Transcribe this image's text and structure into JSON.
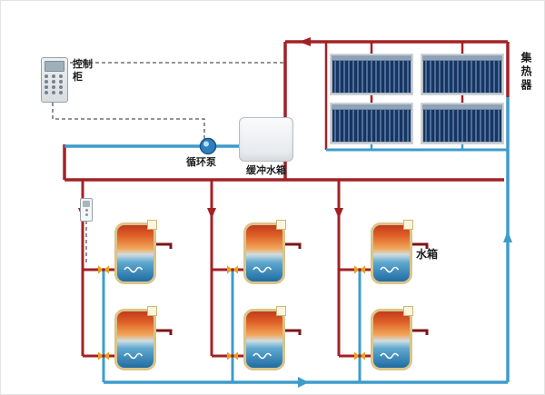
{
  "diagram": {
    "labels": {
      "control_cabinet": "控制柜",
      "circulation_pump": "循环泵",
      "buffer_tank": "缓冲水箱",
      "collector": "集热器",
      "water_tank": "水箱"
    },
    "colors": {
      "hot_pipe": "#a32126",
      "hot_pipe_dark": "#7e1416",
      "cold_pipe": "#3e9ccb",
      "control_line": "#555555",
      "valve": "#e8a11e",
      "valve_core": "#a31d1d",
      "pump": "#2e7fc0",
      "tank_border": "#d9c489"
    },
    "components": {
      "collector_panels": 4,
      "storage_tanks": 6
    }
  }
}
